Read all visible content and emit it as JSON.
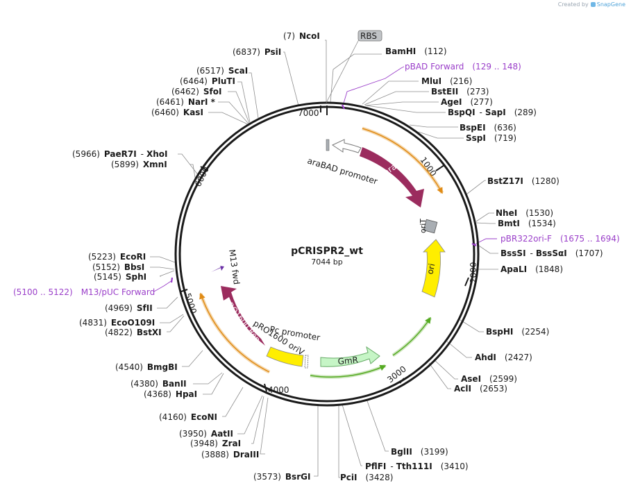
{
  "branding": {
    "created_by": "Created by",
    "app": "SnapGene"
  },
  "plasmid": {
    "name": "pCRISPR2_wt",
    "length_label": "7044 bp"
  },
  "ticks": [
    {
      "label": "1000"
    },
    {
      "label": "2000"
    },
    {
      "label": "3000"
    },
    {
      "label": "4000"
    },
    {
      "label": "5000"
    },
    {
      "label": "6000"
    },
    {
      "label": "7000"
    }
  ],
  "sites": [
    {
      "pos": "(7)",
      "name": "NcoI"
    },
    {
      "pos": "(6837)",
      "name": "PsiI"
    },
    {
      "pos": "(6517)",
      "name": "ScaI"
    },
    {
      "pos": "(6464)",
      "name": "PluTI"
    },
    {
      "pos": "(6462)",
      "name": "SfoI"
    },
    {
      "pos": "(6461)",
      "name": "NarI *"
    },
    {
      "pos": "(6460)",
      "name": "KasI"
    },
    {
      "pos": "(5966)",
      "name": "PaeR7I",
      "name2": "XhoI"
    },
    {
      "pos": "(5899)",
      "name": "XmnI"
    },
    {
      "pos": "(5223)",
      "name": "EcoRI"
    },
    {
      "pos": "(5152)",
      "name": "BbsI"
    },
    {
      "pos": "(5145)",
      "name": "SphI"
    },
    {
      "pos": "(4969)",
      "name": "SfII"
    },
    {
      "pos": "(4831)",
      "name": "EcoO109I"
    },
    {
      "pos": "(4822)",
      "name": "BstXI"
    },
    {
      "pos": "(4540)",
      "name": "BmgBI"
    },
    {
      "pos": "(4380)",
      "name": "BanII"
    },
    {
      "pos": "(4368)",
      "name": "HpaI"
    },
    {
      "pos": "(4160)",
      "name": "EcoNI"
    },
    {
      "pos": "(3950)",
      "name": "AatII"
    },
    {
      "pos": "(3948)",
      "name": "ZraI"
    },
    {
      "pos": "(3888)",
      "name": "DraIII"
    },
    {
      "pos": "(3573)",
      "name": "BsrGI"
    },
    {
      "name": "BamHI",
      "pos": "(112)"
    },
    {
      "name": "MluI",
      "pos": "(216)"
    },
    {
      "name": "BstEII",
      "pos": "(273)"
    },
    {
      "name": "AgeI",
      "pos": "(277)"
    },
    {
      "name": "BspQI",
      "name2": "SapI",
      "pos": "(289)"
    },
    {
      "name": "BspEI",
      "pos": "(636)"
    },
    {
      "name": "SspI",
      "pos": "(719)"
    },
    {
      "name": "BstZ17I",
      "pos": "(1280)"
    },
    {
      "name": "NheI",
      "pos": "(1530)"
    },
    {
      "name": "BmtI",
      "pos": "(1534)"
    },
    {
      "name": "BssSI",
      "name2": "BssSαI",
      "pos": "(1707)"
    },
    {
      "name": "ApaLI",
      "pos": "(1848)"
    },
    {
      "name": "BspHI",
      "pos": "(2254)"
    },
    {
      "name": "AhdI",
      "pos": "(2427)"
    },
    {
      "name": "AseI",
      "pos": "(2599)"
    },
    {
      "name": "AclI",
      "pos": "(2653)"
    },
    {
      "name": "BglII",
      "pos": "(3199)"
    },
    {
      "name": "PflFI",
      "name2": "Tth111I",
      "pos": "(3410)"
    },
    {
      "name": "PciI",
      "pos": "(3428)"
    }
  ],
  "primers": [
    {
      "name": "pBAD Forward",
      "range": "(129 .. 148)"
    },
    {
      "name": "pBR322ori-F",
      "range": "(1675 .. 1694)"
    },
    {
      "name": "M13/pUC Forward",
      "range": "(5100 .. 5122)"
    }
  ],
  "features": {
    "rbs": "RBS",
    "arac": "araC",
    "arabad": "araBAD promoter",
    "orit": "oriT",
    "ori": "ori",
    "gmr": "GmR",
    "pc": "Pc promoter",
    "pro1600": "pRO1600 oriV",
    "pro1600rep": "pRO1600 Rep",
    "m13fwd": "M13 fwd"
  },
  "colors": {
    "backbone": "#1a1a1a",
    "feature_purple": "#9b2c5e",
    "ori_yellow": "#ffee00",
    "gmr_green": "#c6f5c6",
    "gray_box": "#a9aeb3",
    "primer_purple": "#9a3ec9",
    "orf_orange": "#f0a030",
    "orf_green": "#55aa22",
    "leader": "#8c8c8c"
  }
}
